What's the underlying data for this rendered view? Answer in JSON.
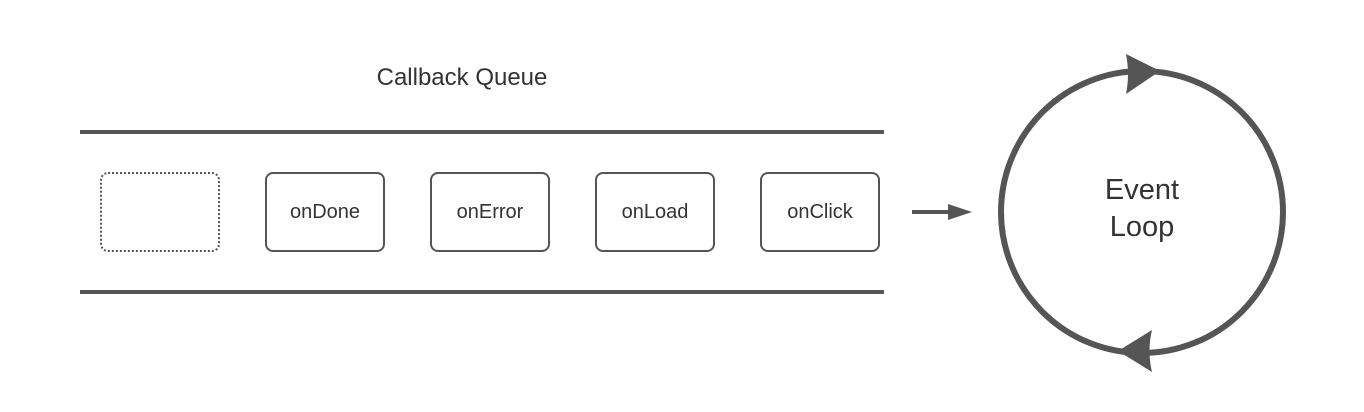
{
  "queue": {
    "title": "Callback Queue",
    "callbacks": [
      "onDone",
      "onError",
      "onLoad",
      "onClick"
    ]
  },
  "event_loop": {
    "label_line1": "Event",
    "label_line2": "Loop"
  },
  "colors": {
    "stroke": "#555555",
    "text": "#333333",
    "background": "#ffffff"
  }
}
